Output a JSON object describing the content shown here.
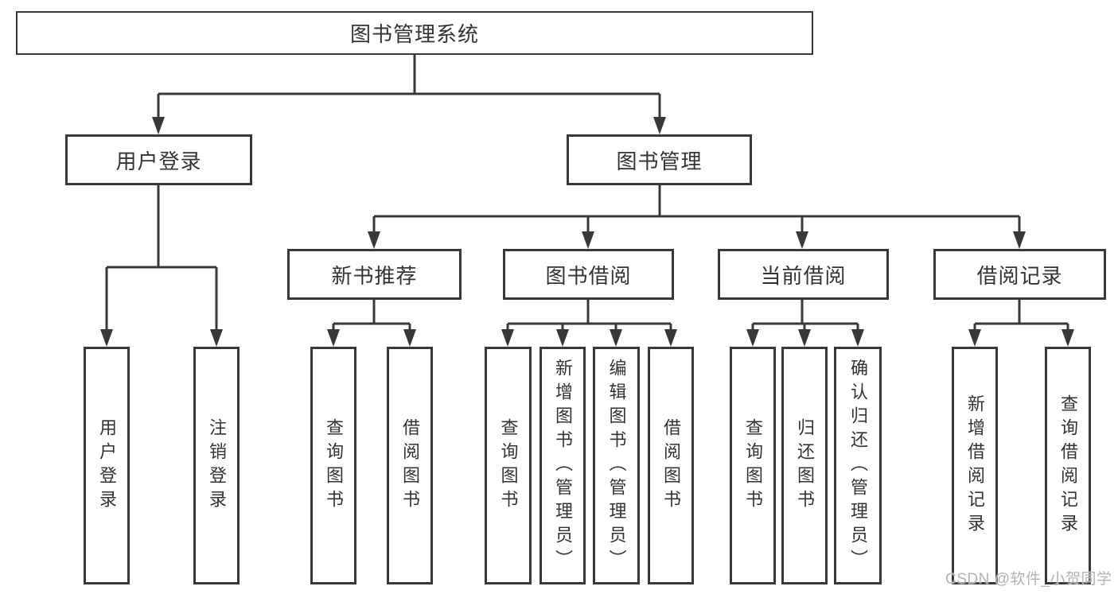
{
  "colors": {
    "line": "#383838",
    "box_border": "#383838",
    "text": "#333333",
    "watermark": "#b3b3b3",
    "background": "#ffffff"
  },
  "watermark": {
    "text": "CSDN @软件_小贺同学"
  },
  "tree": {
    "root": {
      "label": "图书管理系统",
      "children": [
        {
          "label": "用户登录",
          "children": [
            {
              "label": "用户登录"
            },
            {
              "label": "注销登录"
            }
          ]
        },
        {
          "label": "图书管理",
          "children": [
            {
              "label": "新书推荐",
              "children": [
                {
                  "label": "查询图书"
                },
                {
                  "label": "借阅图书"
                }
              ]
            },
            {
              "label": "图书借阅",
              "children": [
                {
                  "label": "查询图书"
                },
                {
                  "label": "新增图书（管理员）"
                },
                {
                  "label": "编辑图书（管理员）"
                },
                {
                  "label": "借阅图书"
                }
              ]
            },
            {
              "label": "当前借阅",
              "children": [
                {
                  "label": "查询图书"
                },
                {
                  "label": "归还图书"
                },
                {
                  "label": "确认归还（管理员）"
                }
              ]
            },
            {
              "label": "借阅记录",
              "children": [
                {
                  "label": "新增借阅记录"
                },
                {
                  "label": "查询借阅记录"
                }
              ]
            }
          ]
        }
      ]
    }
  }
}
